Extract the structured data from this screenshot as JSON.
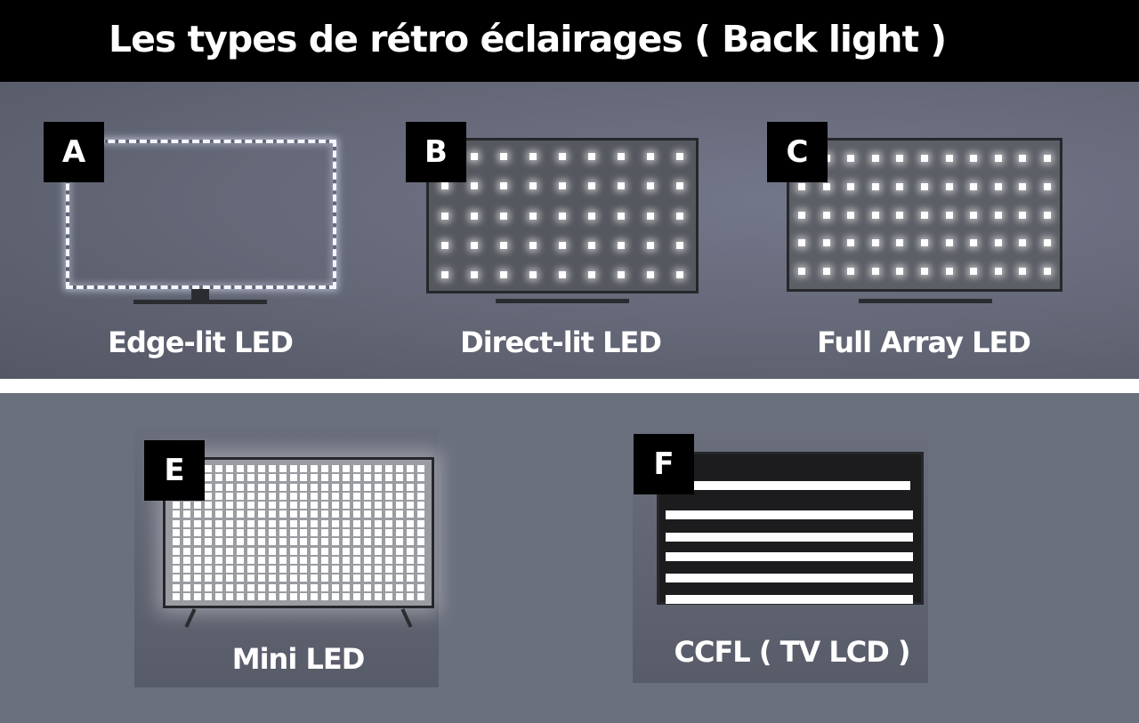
{
  "title": "Les types de rétro éclairages ( Back light )",
  "panels": [
    {
      "letter": "A",
      "caption": "Edge-lit LED"
    },
    {
      "letter": "B",
      "caption": "Direct-lit LED"
    },
    {
      "letter": "C",
      "caption": "Full Array LED"
    },
    {
      "letter": "E",
      "caption": "Mini LED"
    },
    {
      "letter": "F",
      "caption": "CCFL  ( TV LCD )"
    }
  ],
  "colors": {
    "header": "#000000",
    "background": "#6b707d",
    "led": "#ffffff"
  }
}
